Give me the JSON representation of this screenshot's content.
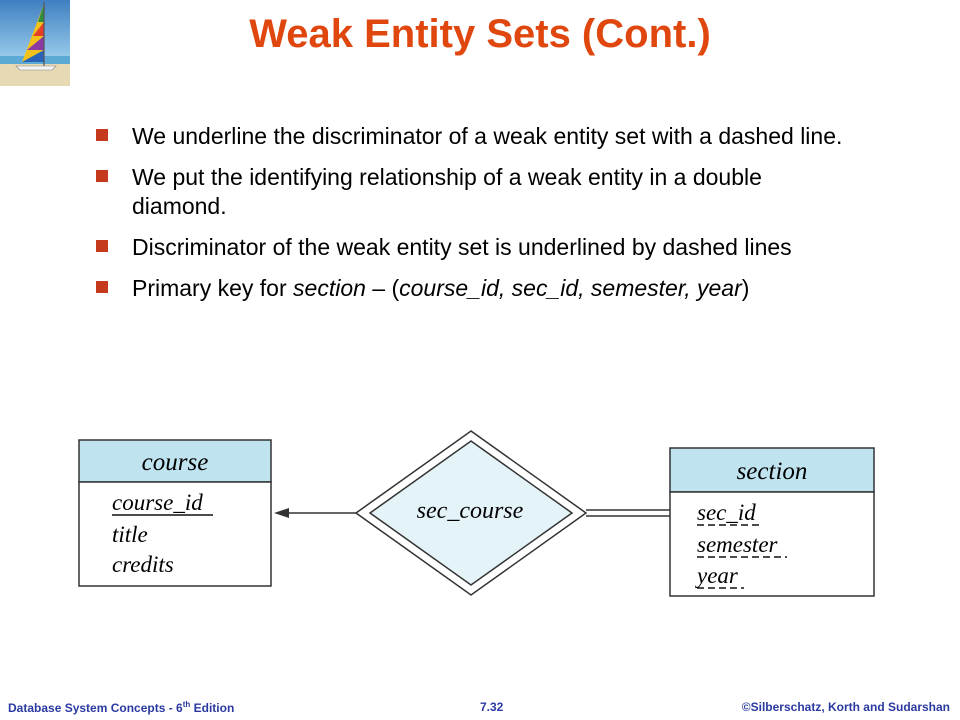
{
  "slide": {
    "title": "Weak Entity Sets (Cont.)",
    "bullets": [
      {
        "parts": [
          {
            "text": "We underline the discriminator of a weak entity set  with a dashed line.",
            "italic": false
          }
        ]
      },
      {
        "parts": [
          {
            "text": "We put the identifying relationship of a weak entity in a double diamond.",
            "italic": false
          }
        ]
      },
      {
        "parts": [
          {
            "text": "Discriminator of the weak entity set is underlined by dashed lines",
            "italic": false
          }
        ]
      },
      {
        "parts": [
          {
            "text": "Primary key for ",
            "italic": false
          },
          {
            "text": "section",
            "italic": true
          },
          {
            "text": " – (",
            "italic": false
          },
          {
            "text": "course_id, sec_id, semester, year",
            "italic": true
          },
          {
            "text": ")",
            "italic": false
          }
        ]
      }
    ],
    "diagram": {
      "entity_left": {
        "name": "course",
        "attributes": [
          {
            "name": "course_id",
            "key": "solid"
          },
          {
            "name": "title",
            "key": "none"
          },
          {
            "name": "credits",
            "key": "none"
          }
        ]
      },
      "relationship": {
        "name": "sec_course"
      },
      "entity_right": {
        "name": "section",
        "attributes": [
          {
            "name": "sec_id",
            "key": "dashed"
          },
          {
            "name": "semester",
            "key": "dashed"
          },
          {
            "name": "year",
            "key": "dashed"
          }
        ]
      },
      "colors": {
        "header_fill": "#bfe3ef",
        "diamond_fill": "#e3f3f8",
        "line": "#333333"
      }
    },
    "footer": {
      "left_prefix": "Database  System Concepts - 6",
      "left_sup": "th",
      "left_suffix": " Edition",
      "center": "7.32",
      "right": "©Silberschatz, Korth and Sudarshan"
    },
    "colors": {
      "title": "#e0470e",
      "bullet_marker": "#c5391c",
      "footer": "#2a3aa0"
    }
  }
}
